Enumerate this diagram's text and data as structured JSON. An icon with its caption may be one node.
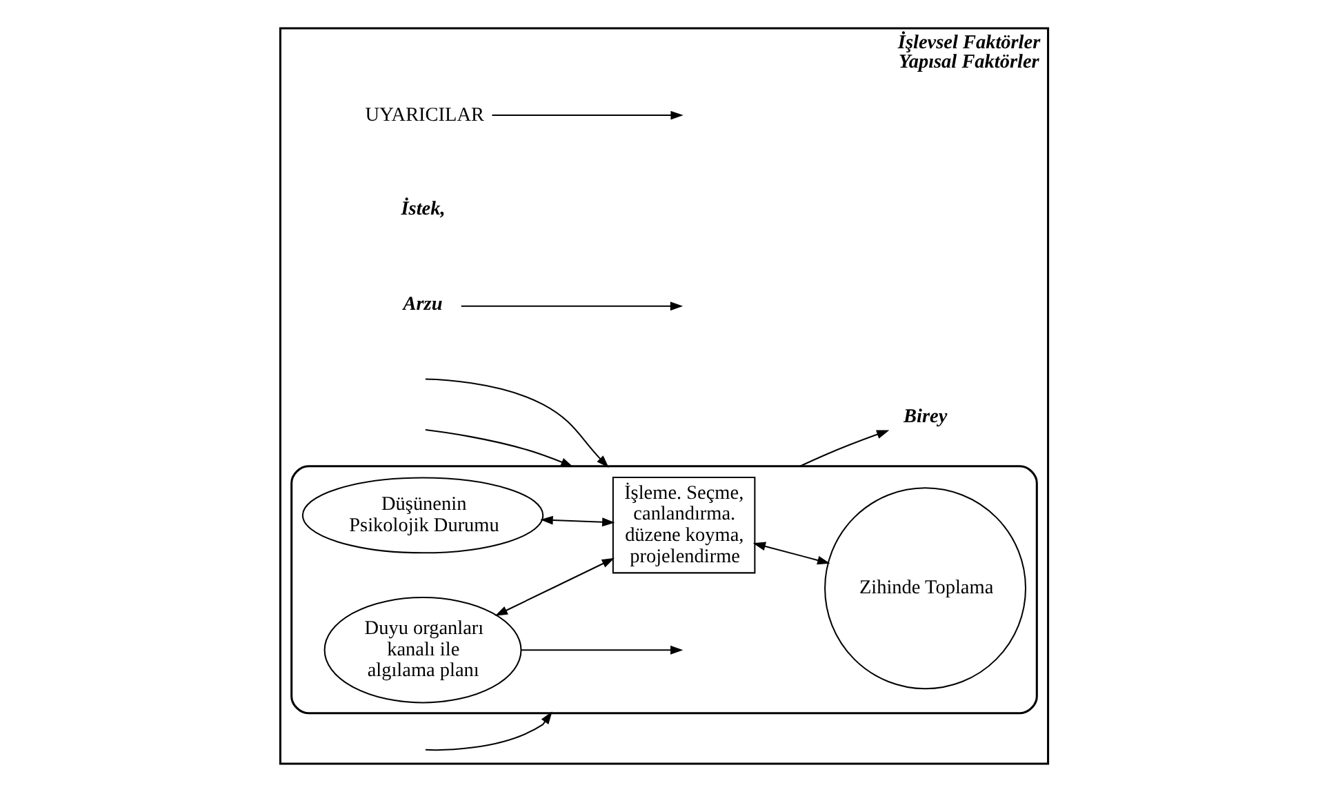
{
  "diagram": {
    "nodes": [
      {
        "text": [
          "İşlevsel Faktörler",
          "Yapısal Faktörler"
        ]
      },
      {
        "text": [],
        "shape": "ellipse",
        "in": 0
      },
      {
        "text": [
          "Birey"
        ],
        "in": 0
      },
      {
        "text": [
          "UYARICILAR"
        ],
        "in": 0
      },
      {
        "text": [
          "İstek,"
        ],
        "in": 0
      },
      {
        "text": [
          "Arzu"
        ],
        "in": 0
      },
      {
        "text": [
          "Düşünenin Psikolojik Durumu"
        ],
        "in": 1
      },
      {
        "text": [
          "Duyu organları kanalı ile algılama planı"
        ],
        "in": 1
      },
      {
        "text": [
          "Zihinde Toplama"
        ],
        "in": 1
      },
      {
        "text": [
          "İşleme. Seçme, canlandırma. düzene koyma, projelendirme"
        ],
        "in": 1
      }
    ],
    "edges": [
      {
        "from": 1,
        "to": 2,
        "arrow": "to"
      },
      {
        "from": 3,
        "to": null,
        "arrow": "to"
      },
      {
        "from": null,
        "to": 1,
        "arrow": "to"
      },
      {
        "from": null,
        "to": 1,
        "arrow": "to"
      },
      {
        "from": null,
        "to": 1,
        "arrow": "to"
      },
      {
        "from": 5,
        "to": null,
        "arrow": "to"
      },
      {
        "from": 7,
        "to": null,
        "arrow": "to"
      },
      {
        "from": 6,
        "to": 9,
        "arrow": "both"
      },
      {
        "from": 7,
        "to": 9,
        "arrow": "both"
      },
      {
        "from": 9,
        "to": 8,
        "arrow": "both"
      }
    ]
  }
}
